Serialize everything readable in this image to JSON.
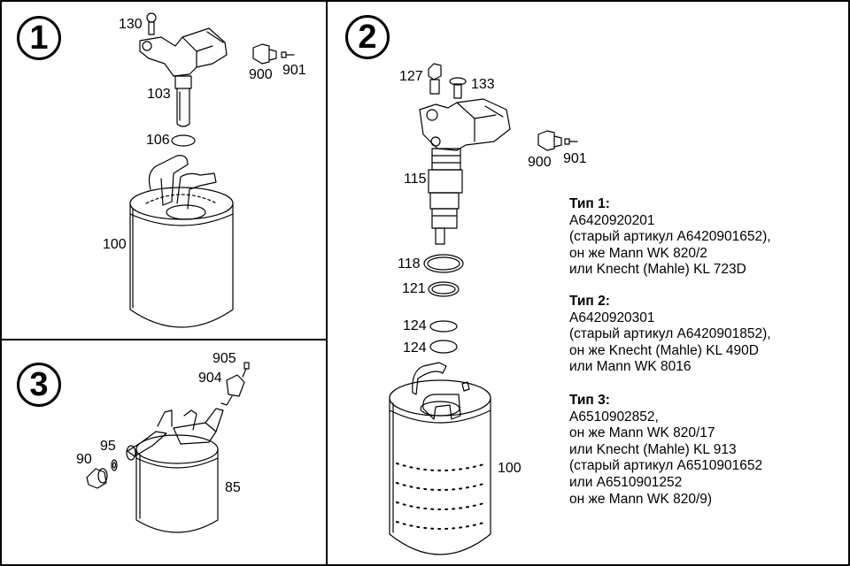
{
  "panels": {
    "p1": {
      "number": "1",
      "labels": {
        "l130": "130",
        "l900": "900",
        "l901": "901",
        "l103": "103",
        "l106": "106",
        "l100": "100"
      }
    },
    "p2": {
      "number": "2",
      "labels": {
        "l127": "127",
        "l133": "133",
        "l900": "900",
        "l901": "901",
        "l115": "115",
        "l118": "118",
        "l121": "121",
        "l124a": "124",
        "l124b": "124",
        "l100": "100"
      }
    },
    "p3": {
      "number": "3",
      "labels": {
        "l905": "905",
        "l904": "904",
        "l90": "90",
        "l95": "95",
        "l85": "85"
      }
    }
  },
  "types": [
    {
      "heading": "Тип 1:",
      "lines": [
        "A6420920201",
        "(старый артикул A6420901652),",
        "он же Mann WK 820/2",
        "или Knecht (Mahle) KL 723D"
      ]
    },
    {
      "heading": "Тип 2:",
      "lines": [
        "A6420920301",
        "(старый артикул A6420901852),",
        "он же Knecht (Mahle) KL 490D",
        "или Mann WK 8016"
      ]
    },
    {
      "heading": "Тип 3:",
      "lines": [
        "A6510902852,",
        "он же Mann WK 820/17",
        "или Knecht (Mahle) KL 913",
        "(старый артикул A6510901652",
        "или A6510901252",
        "он же Mann WK 820/9)"
      ]
    }
  ]
}
